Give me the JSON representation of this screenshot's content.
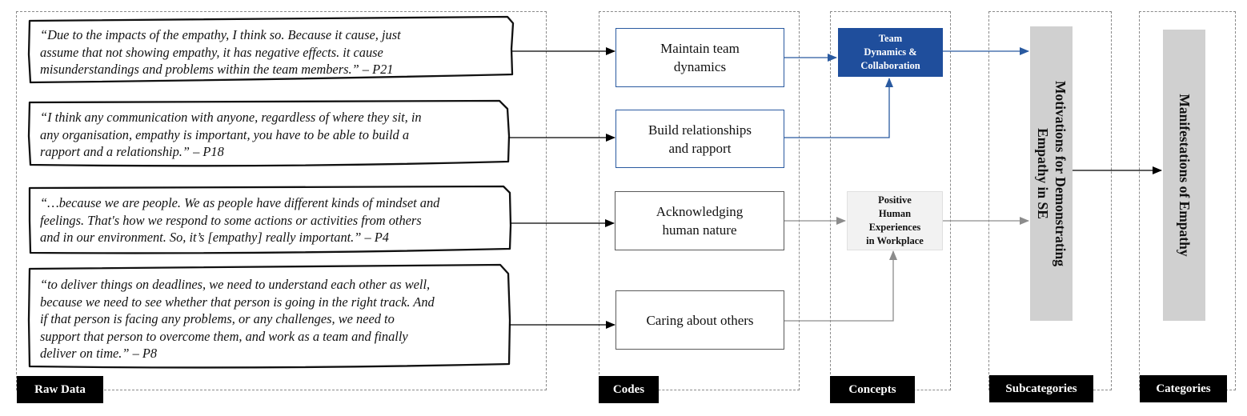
{
  "stages": {
    "raw_data": "Raw Data",
    "codes": "Codes",
    "concepts": "Concepts",
    "subcategories": "Subcategories",
    "categories": "Categories"
  },
  "quotes": [
    {
      "lines": [
        "“Due to the impacts of the empathy, I think so. Because it cause, just",
        "assume that not showing empathy, it has negative effects. it cause",
        "misunderstandings and problems within the team members.” – P21"
      ]
    },
    {
      "lines": [
        "“I think any communication with anyone, regardless of where they sit, in",
        "any organisation, empathy is important, you have to be able to build a",
        "rapport and a relationship.” – P18"
      ]
    },
    {
      "lines": [
        "“…because we are people. We as people have different kinds of mindset and",
        "feelings. That's how we respond to some actions or activities from others",
        "and in our environment. So, it’s [empathy] really important.” – P4"
      ]
    },
    {
      "lines": [
        "“to deliver things on deadlines, we need to understand each other as well,",
        "because we need to see whether that person is going in the right track. And",
        "if that person is facing any problems, or any challenges, we need to",
        "support that person to overcome them, and work as a team and finally",
        "deliver on time.” – P8"
      ]
    }
  ],
  "codes": [
    {
      "lines": [
        "Maintain team",
        "dynamics"
      ]
    },
    {
      "lines": [
        "Build relationships",
        "and rapport"
      ]
    },
    {
      "lines": [
        "Acknowledging",
        "human nature"
      ]
    },
    {
      "lines": [
        "Caring about others"
      ]
    }
  ],
  "concepts": [
    {
      "lines": [
        "Team",
        "Dynamics &",
        "Collaboration"
      ]
    },
    {
      "lines": [
        "Positive",
        "Human",
        "Experiences",
        "in Workplace"
      ]
    }
  ],
  "subcategory": {
    "lines": [
      "Motivations for Demonstrating",
      "Empathy in SE"
    ]
  },
  "category": {
    "lines": [
      "Manifestations of Empathy"
    ]
  },
  "colors": {
    "blue_accent": "#1f4e9c",
    "grey_arrow": "#8c8c8c",
    "black": "#000000"
  }
}
